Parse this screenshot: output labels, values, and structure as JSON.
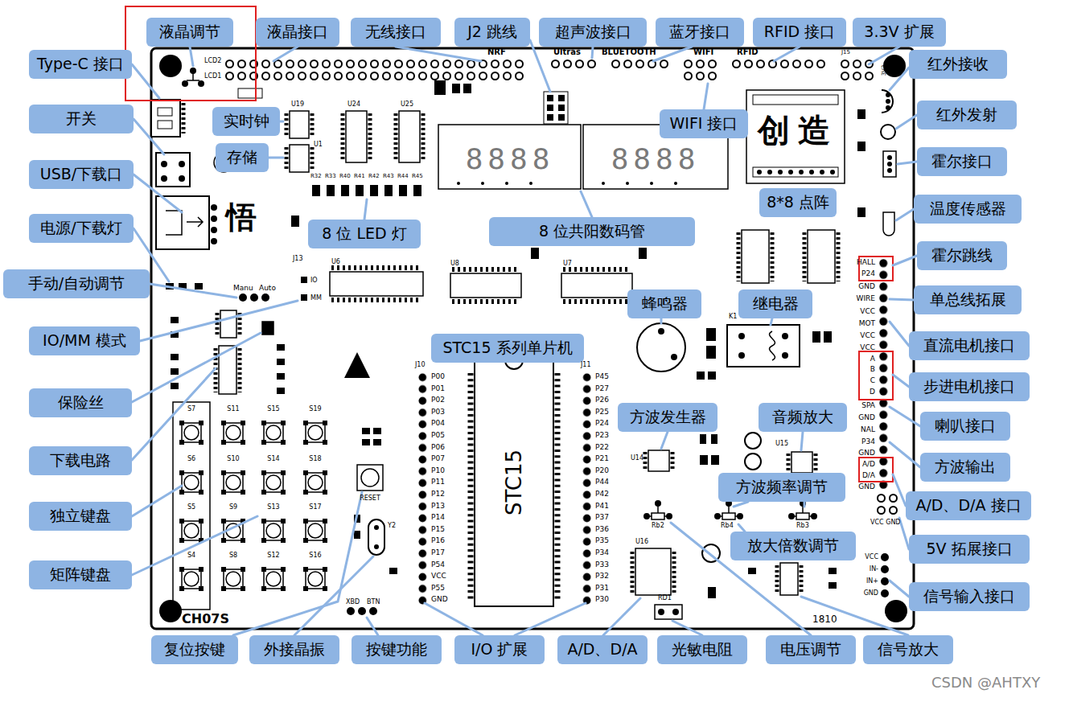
{
  "diagram": {
    "nodes": [
      {
        "text": [
          "液晶调节"
        ]
      },
      {
        "text": [
          "液晶接口"
        ]
      },
      {
        "text": [
          "无线接口"
        ]
      },
      {
        "text": [
          "J2 跳线"
        ]
      },
      {
        "text": [
          "超声波接口"
        ]
      },
      {
        "text": [
          "蓝牙接口"
        ]
      },
      {
        "text": [
          "RFID 接口"
        ]
      },
      {
        "text": [
          "3.3V 扩展"
        ]
      },
      {
        "text": [
          "Type-C 接口"
        ]
      },
      {
        "text": [
          "红外接收"
        ]
      },
      {
        "text": [
          "开关"
        ]
      },
      {
        "text": [
          "实时钟"
        ]
      },
      {
        "text": [
          "WIFI 接口"
        ]
      },
      {
        "text": [
          "红外发射"
        ]
      },
      {
        "text": [
          "存储"
        ]
      },
      {
        "text": [
          "USB/下载口"
        ]
      },
      {
        "text": [
          "霍尔接口"
        ]
      },
      {
        "text": [
          "8*8 点阵"
        ]
      },
      {
        "text": [
          "温度传感器"
        ]
      },
      {
        "text": [
          "电源/下载灯"
        ]
      },
      {
        "text": [
          "8 位 LED 灯"
        ]
      },
      {
        "text": [
          "8 位共阳数码管"
        ]
      },
      {
        "text": [
          "霍尔跳线"
        ]
      },
      {
        "text": [
          "手动/自动调节"
        ]
      },
      {
        "text": [
          "蜂鸣器"
        ]
      },
      {
        "text": [
          "继电器"
        ]
      },
      {
        "text": [
          "单总线拓展"
        ]
      },
      {
        "text": [
          "IO/MM 模式"
        ]
      },
      {
        "text": [
          "直流电机接口"
        ]
      },
      {
        "text": [
          "STC15 系列单片机"
        ]
      },
      {
        "text": [
          "步进电机接口"
        ]
      },
      {
        "text": [
          "保险丝"
        ]
      },
      {
        "text": [
          "方波发生器"
        ]
      },
      {
        "text": [
          "音频放大"
        ]
      },
      {
        "text": [
          "喇叭接口"
        ]
      },
      {
        "text": [
          "下载电路"
        ]
      },
      {
        "text": [
          "方波输出"
        ]
      },
      {
        "text": [
          "方波频率调节"
        ]
      },
      {
        "text": [
          "A/D、D/A 接口"
        ]
      },
      {
        "text": [
          "独立键盘"
        ]
      },
      {
        "text": [
          "放大倍数调节"
        ]
      },
      {
        "text": [
          "5V 拓展接口"
        ]
      },
      {
        "text": [
          "矩阵键盘"
        ]
      },
      {
        "text": [
          "信号输入接口"
        ]
      },
      {
        "text": [
          "复位按键"
        ]
      },
      {
        "text": [
          "外接晶振"
        ]
      },
      {
        "text": [
          "按键功能"
        ]
      },
      {
        "text": [
          "I/O 扩展"
        ]
      },
      {
        "text": [
          "A/D、D/A"
        ]
      },
      {
        "text": [
          "光敏电阻"
        ]
      },
      {
        "text": [
          "电压调节"
        ]
      },
      {
        "text": [
          "信号放大"
        ]
      }
    ],
    "labels": [
      "LCD2",
      "LCD1",
      "NRF",
      "Ultras",
      "BLUETOOTH",
      "WIFI",
      "RFID",
      "J15",
      "3V3",
      "GND",
      "创",
      "造",
      "悟",
      "8888",
      "8888",
      "U19",
      "U24",
      "U25",
      "U1",
      "R32",
      "R33",
      "R40",
      "R41",
      "R42",
      "R43",
      "R44",
      "R45",
      "J13",
      "IO",
      "MM",
      "Manu",
      "Auto",
      "U6",
      "U8",
      "U7",
      "J10",
      "J11",
      "P00",
      "P01",
      "P02",
      "P03",
      "P04",
      "P05",
      "P06",
      "P07",
      "P10",
      "P11",
      "P12",
      "P13",
      "P14",
      "P15",
      "P16",
      "P17",
      "P54",
      "VCC",
      "P55",
      "GND",
      "P45",
      "P27",
      "P26",
      "P25",
      "P24",
      "P23",
      "P22",
      "P21",
      "P20",
      "P44",
      "P42",
      "P41",
      "P37",
      "P36",
      "P35",
      "P34",
      "P33",
      "P32",
      "P31",
      "P30",
      "STC15",
      "HALL",
      "P24",
      "GND",
      "WIRE",
      "VCC",
      "MOT",
      "VCC",
      "VCC",
      "A",
      "B",
      "C",
      "D",
      "SPA",
      "GND",
      "NAL",
      "P34",
      "GND",
      "A/D",
      "D/A",
      "GND",
      "K1",
      "U14",
      "U15",
      "U16",
      "Rb2",
      "Rb4",
      "Rb3",
      "RD1",
      "VCC GND",
      "VCC",
      "IN-",
      "IN+",
      "GND",
      "RESET",
      "Y2",
      "XBD",
      "BTN",
      "CH07S",
      "1810",
      "S7",
      "S11",
      "S15",
      "S19",
      "S6",
      "S10",
      "S14",
      "S18",
      "S5",
      "S9",
      "S13",
      "S17",
      "S4",
      "S8",
      "S12",
      "S16",
      "CSDN @AHTXY"
    ]
  }
}
